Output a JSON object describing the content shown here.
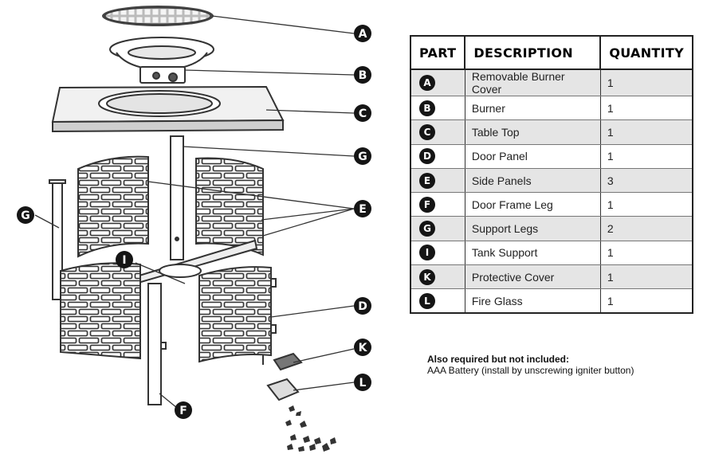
{
  "table": {
    "headers": {
      "part": "PART",
      "description": "DESCRIPTION",
      "quantity": "QUANTITY"
    },
    "rows": [
      {
        "letter": "A",
        "description": "Removable Burner Cover",
        "quantity": "1"
      },
      {
        "letter": "B",
        "description": "Burner",
        "quantity": "1"
      },
      {
        "letter": "C",
        "description": "Table Top",
        "quantity": "1"
      },
      {
        "letter": "D",
        "description": "Door Panel",
        "quantity": "1"
      },
      {
        "letter": "E",
        "description": "Side Panels",
        "quantity": "3"
      },
      {
        "letter": "F",
        "description": "Door Frame Leg",
        "quantity": "1"
      },
      {
        "letter": "G",
        "description": "Support Legs",
        "quantity": "2"
      },
      {
        "letter": "I",
        "description": "Tank Support",
        "quantity": "1"
      },
      {
        "letter": "K",
        "description": "Protective Cover",
        "quantity": "1"
      },
      {
        "letter": "L",
        "description": "Fire Glass",
        "quantity": "1"
      }
    ]
  },
  "note": {
    "title": "Also required but not included:",
    "text": "AAA Battery (install by unscrewing igniter button)"
  },
  "callouts": {
    "a": "A",
    "b": "B",
    "c": "C",
    "g1": "G",
    "e": "E",
    "g2": "G",
    "i": "I",
    "d": "D",
    "k": "K",
    "l": "L",
    "f": "F"
  }
}
